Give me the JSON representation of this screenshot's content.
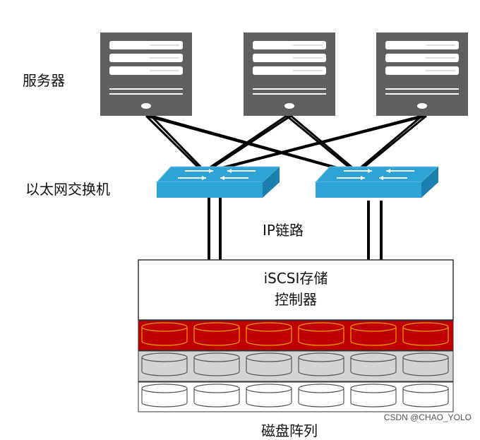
{
  "labels": {
    "servers": "服务器",
    "switches": "以太网交换机",
    "link": "IP链路",
    "controller_line1": "iSCSI存储",
    "controller_line2": "控制器",
    "disk_array": "磁盘阵列"
  },
  "watermark": "CSDN @CHAO_YOLO",
  "colors": {
    "server": "#5f5f5f",
    "switch_top": "#2ea3d6",
    "switch_side": "#1b7fb0",
    "disk_red": "#c00000",
    "disk_red_border": "#e8a000",
    "disk_gray": "#d4d4d4",
    "disk_white": "#ffffff",
    "line": "#000000"
  }
}
